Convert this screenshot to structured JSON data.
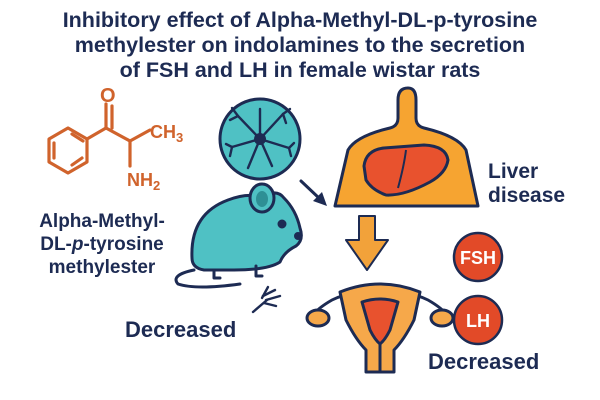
{
  "title": {
    "line1": "Inhibitory effect of Alpha-Methyl-DL-p-tyrosine",
    "line2": "methylester on indolamines to the secretion",
    "line3": "of FSH and LH in female wistar rats"
  },
  "molecule": {
    "o_label": "O",
    "ch3_label": "CH3",
    "nh2_label": "NH2",
    "name_line1": "Alpha-Methyl-",
    "name_line2": "DL-p-tyrosine",
    "name_line3": "methylester"
  },
  "liver": {
    "line1": "Liver",
    "line2": "disease"
  },
  "badges": {
    "fsh": "FSH",
    "lh": "LH"
  },
  "outcomes": {
    "left": "Decreased",
    "right": "Decreased"
  },
  "colors": {
    "navy": "#1d2b53",
    "molecule_orange": "#d0632c",
    "rat_teal": "#4fc1c4",
    "body_orange": "#f6a431",
    "liver_red": "#e8522e",
    "badge_red": "#e24a28",
    "arrow_orange": "#f2a23a",
    "uterus_orange": "#f6a84a"
  },
  "icons": [
    "neuron-icon",
    "rat-icon",
    "torso-icon",
    "liver-icon",
    "uterus-icon",
    "down-arrow-icon",
    "diagonal-arrow-icon",
    "brush-icon"
  ]
}
